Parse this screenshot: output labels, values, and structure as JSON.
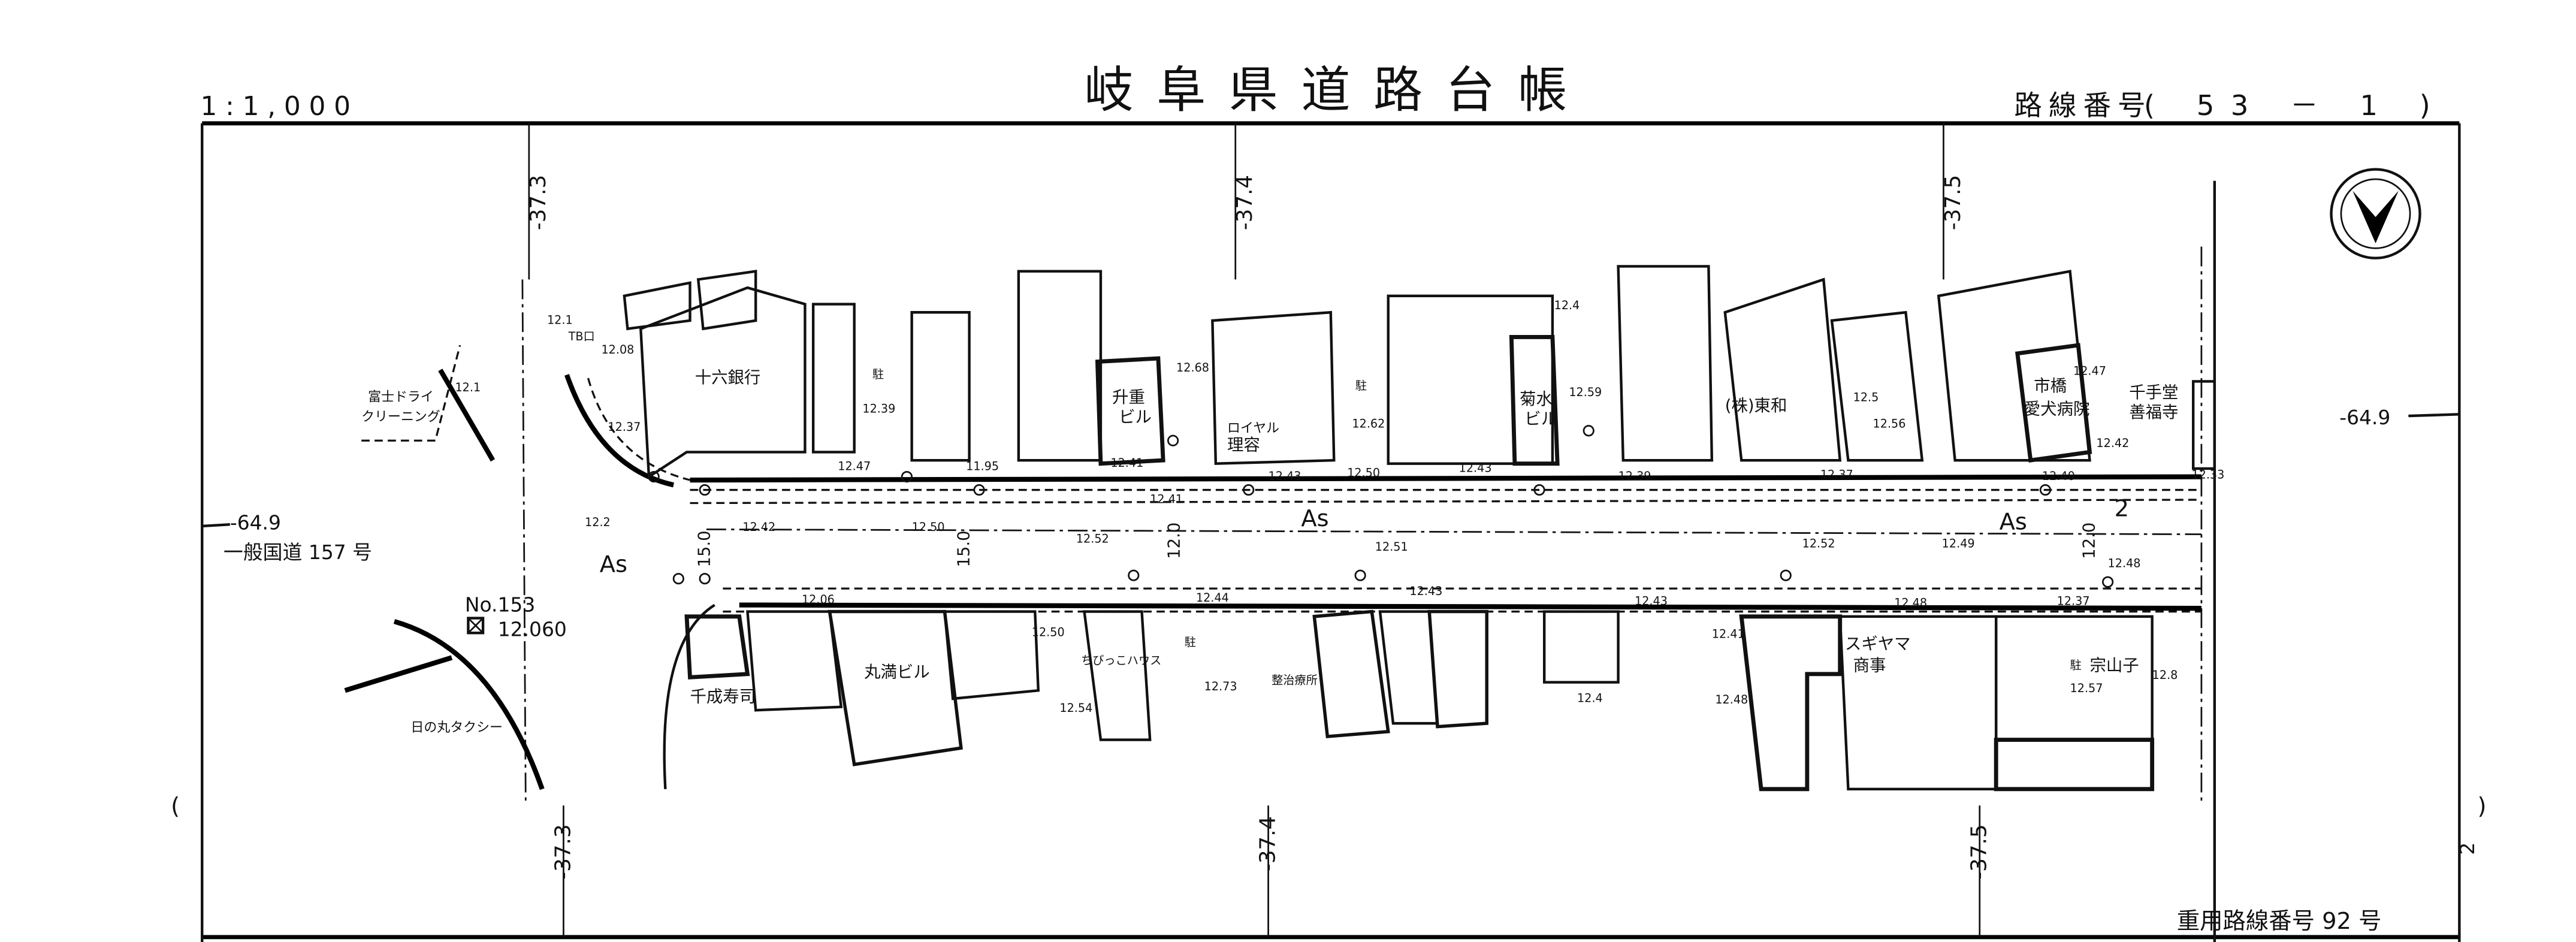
{
  "header": {
    "scale": "1:1,000",
    "title": "岐阜県道路台帳",
    "route_number_label": "路線番号",
    "route_number": "( 53 － 1 )"
  },
  "stations": {
    "top": [
      "-37.3",
      "-37.4",
      "-37.5"
    ],
    "bottom": [
      "-37.3",
      "-37.4",
      "-37.5"
    ]
  },
  "offset_left": "-64.9",
  "offset_right": "-64.9",
  "crossing_road": "一般国道 157 号",
  "surface_labels": [
    "As",
    "As",
    "As"
  ],
  "sheet_mark": "2",
  "benchmark": {
    "no": "No.153",
    "elev": "12.060"
  },
  "widths": [
    "15.0",
    "15.0",
    "12.0",
    "12.0"
  ],
  "buildings": [
    "十六銀行",
    "升重",
    "ビル",
    "ロイヤル",
    "理容",
    "菊水",
    "ビル",
    "(株)東和",
    "市橋",
    "愛犬病院",
    "千手堂",
    "善福寺",
    "富士ドライ",
    "クリーニング",
    "丸満ビル",
    "千成寿司",
    "ちびっこハウス",
    "整治療所",
    "スギヤマ",
    "商事",
    "宗山子",
    "日の丸タクシー",
    "駐",
    "駐",
    "駐",
    "駐",
    "TB口"
  ],
  "elevations": [
    "12.1",
    "12.08",
    "12.1",
    "12.37",
    "12.39",
    "12.47",
    "11.95",
    "12.41",
    "12.68",
    "12.41",
    "12.43",
    "12.50",
    "12.62",
    "12.43",
    "12.4",
    "12.59",
    "12.39",
    "12.37",
    "12.5",
    "12.56",
    "12.47",
    "12.42",
    "12.40",
    "12.33",
    "12.2",
    "12.42",
    "12.50",
    "12.52",
    "12.51",
    "12.52",
    "12.49",
    "12.48",
    "12.06",
    "12.50",
    "12.44",
    "12.43",
    "12.43",
    "12.48",
    "12.37",
    "12.41",
    "12.73",
    "12.54",
    "12.4",
    "12.48",
    "12.57",
    "12.8"
  ],
  "footer": {
    "note": "重用路線番号 92 号",
    "side_mark": "2"
  }
}
